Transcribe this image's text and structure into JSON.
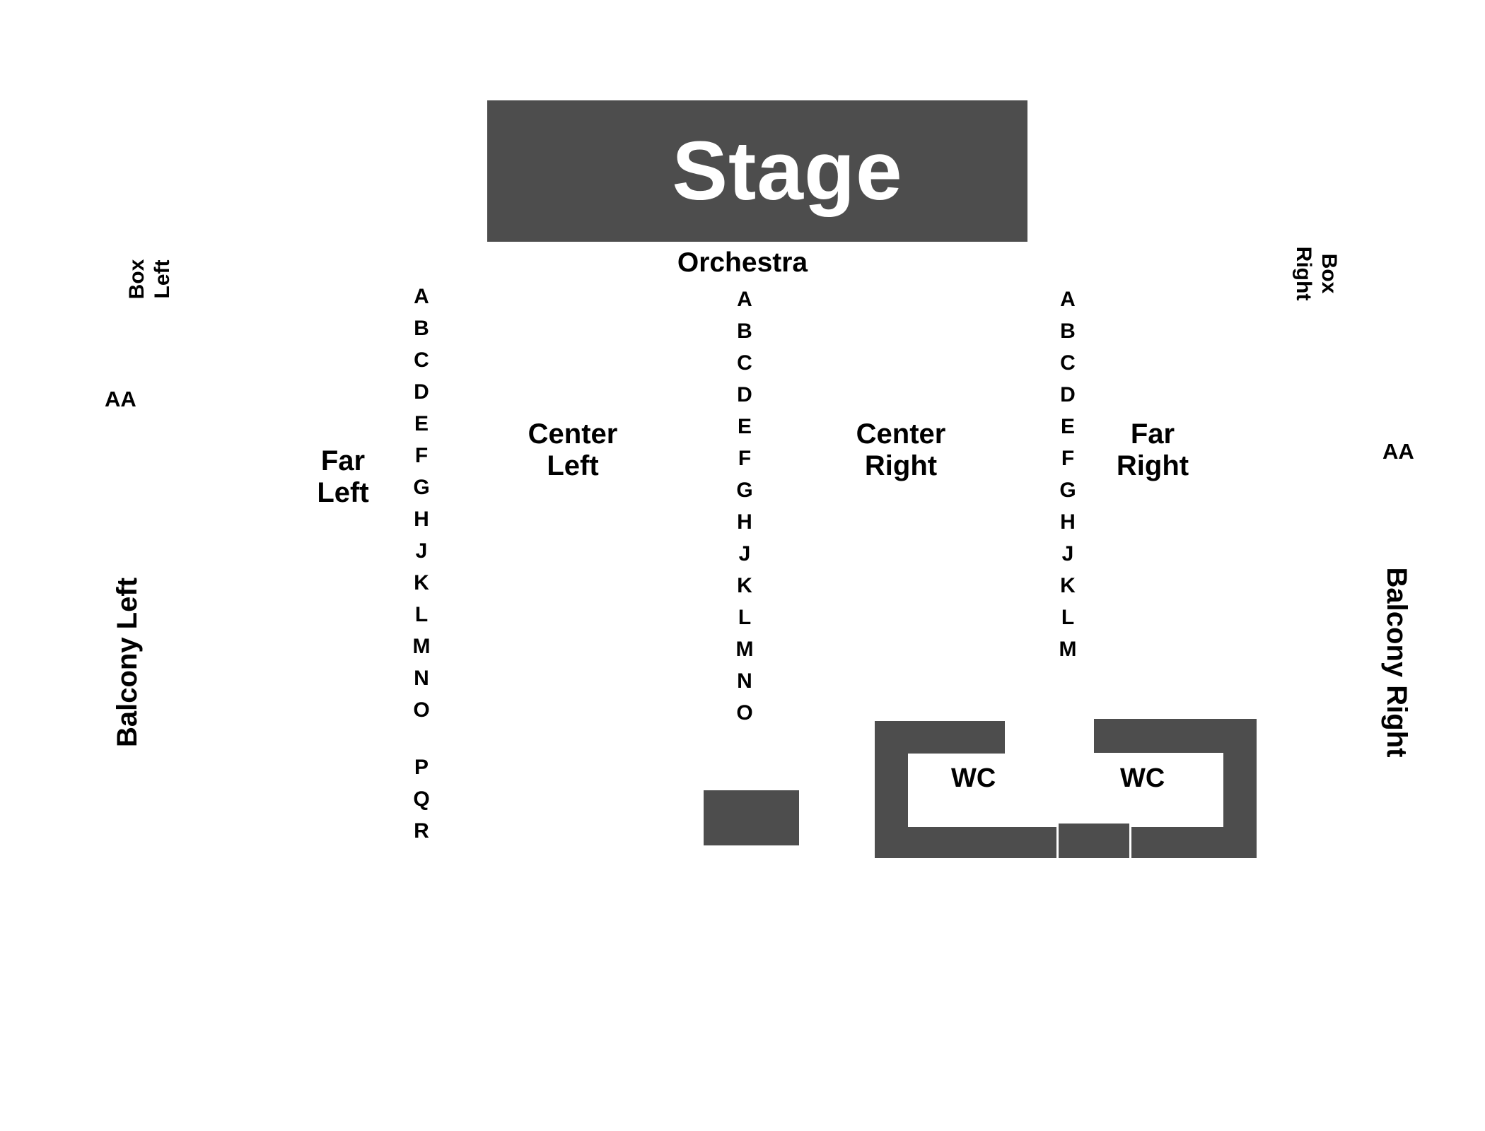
{
  "stage": {
    "label": "Stage"
  },
  "orchestra": {
    "label": "Orchestra"
  },
  "sections": {
    "far_left": [
      "Far",
      "Left"
    ],
    "center_left": [
      "Center",
      "Left"
    ],
    "center_right": [
      "Center",
      "Right"
    ],
    "far_right": [
      "Far",
      "Right"
    ]
  },
  "box_left": [
    "Box",
    "Left"
  ],
  "box_right": [
    "Box",
    "Right"
  ],
  "balcony_left": "Balcony Left",
  "balcony_right": "Balcony Right",
  "aa_left": "AA",
  "aa_right": "AA",
  "rows_left": [
    "A",
    "B",
    "C",
    "D",
    "E",
    "F",
    "G",
    "H",
    "J",
    "K",
    "L",
    "M",
    "N",
    "O",
    "P",
    "Q",
    "R"
  ],
  "rows_center": [
    "A",
    "B",
    "C",
    "D",
    "E",
    "F",
    "G",
    "H",
    "J",
    "K",
    "L",
    "M",
    "N",
    "O"
  ],
  "rows_right": [
    "A",
    "B",
    "C",
    "D",
    "E",
    "F",
    "G",
    "H",
    "J",
    "K",
    "L",
    "M"
  ],
  "restrooms": {
    "left": "WC",
    "right": "WC"
  },
  "colors": {
    "block": "#4d4d4d",
    "background": "#ffffff",
    "text": "#000000"
  }
}
